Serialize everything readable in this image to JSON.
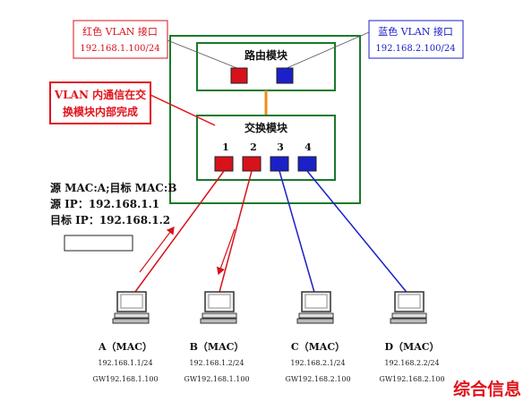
{
  "colors": {
    "green": "#1a7a2a",
    "red": "#d8121b",
    "blue": "#1b20c8",
    "orange": "#f08a1c",
    "watermark": "#e0141c",
    "text": "#111111",
    "callout_red": "#e0141c"
  },
  "red_vlan_callout": {
    "title": "红色 VLAN 接口",
    "ip": "192.168.1.100/24"
  },
  "blue_vlan_callout": {
    "title": "蓝色 VLAN 接口",
    "ip": "192.168.2.100/24"
  },
  "note_callout": {
    "line1": "VLAN 内通信在交",
    "line2": "换模块内部完成"
  },
  "router_module": {
    "label": "路由模块"
  },
  "switch_module": {
    "label": "交换模块",
    "ports": [
      "1",
      "2",
      "3",
      "4"
    ]
  },
  "packet_info": {
    "mac_line": "源 MAC:A;目标 MAC:B",
    "src_ip_line": "源 IP：192.168.1.1",
    "dst_ip_line": "目标 IP：192.168.1.2"
  },
  "hosts": [
    {
      "name": "A（MAC）",
      "ip": "192.168.1.1/24",
      "gw": "GW192.168.1.100",
      "vlan": "red"
    },
    {
      "name": "B（MAC）",
      "ip": "192.168.1.2/24",
      "gw": "GW192.168.1.100",
      "vlan": "red"
    },
    {
      "name": "C（MAC）",
      "ip": "192.168.2.1/24",
      "gw": "GW192.168.2.100",
      "vlan": "blue"
    },
    {
      "name": "D（MAC）",
      "ip": "192.168.2.2/24",
      "gw": "GW192.168.2.100",
      "vlan": "blue"
    }
  ],
  "watermark": {
    "text": "综合信息"
  },
  "icons": {
    "computer": "computer-icon"
  }
}
